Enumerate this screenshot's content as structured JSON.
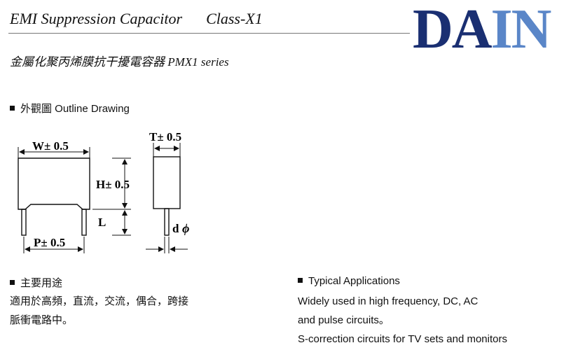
{
  "header": {
    "title": "EMI Suppression Capacitor",
    "class_label": "Class-X1",
    "logo_part1": "DA",
    "logo_part2": "IN",
    "subtitle": "金屬化聚丙烯膜抗干擾電容器 PMX1 series"
  },
  "outline": {
    "heading": "外觀圖 Outline Drawing",
    "labels": {
      "w": "W± 0.5",
      "h": "H± 0.5",
      "l": "L",
      "p": "P± 0.5",
      "t": "T± 0.5",
      "d": "d",
      "phi": "ϕ"
    }
  },
  "applications_zh": {
    "heading": "主要用途",
    "lines": [
      "適用於高頻，直流，交流，偶合，跨接",
      "脈衝電路中。"
    ]
  },
  "applications_en": {
    "heading": "Typical Applications",
    "lines": [
      "Widely used in high frequency, DC, AC",
      "and pulse circuits。",
      "S-correction circuits for TV sets and monitors"
    ]
  },
  "colors": {
    "logo_dark": "#1a2f72",
    "logo_light": "#5a86c8"
  }
}
